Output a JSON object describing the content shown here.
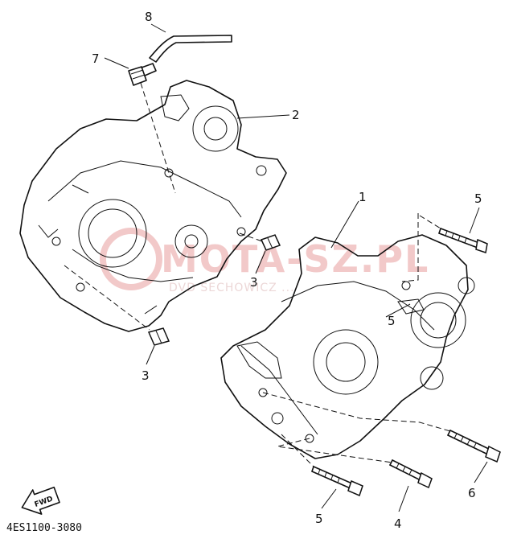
{
  "diagram": {
    "callouts": [
      "8",
      "7",
      "2",
      "1",
      "5",
      "3",
      "3",
      "5",
      "4",
      "6",
      "5"
    ],
    "part_code": "4ES1100-3080",
    "fwd_label": "FWD",
    "watermark_text": "MOTA-SZ.PL",
    "watermark_subtext": "DVD SECHOWICZ ...",
    "colors": {
      "line": "#111111",
      "watermark": "#f2c9c9",
      "background": "#ffffff"
    }
  }
}
